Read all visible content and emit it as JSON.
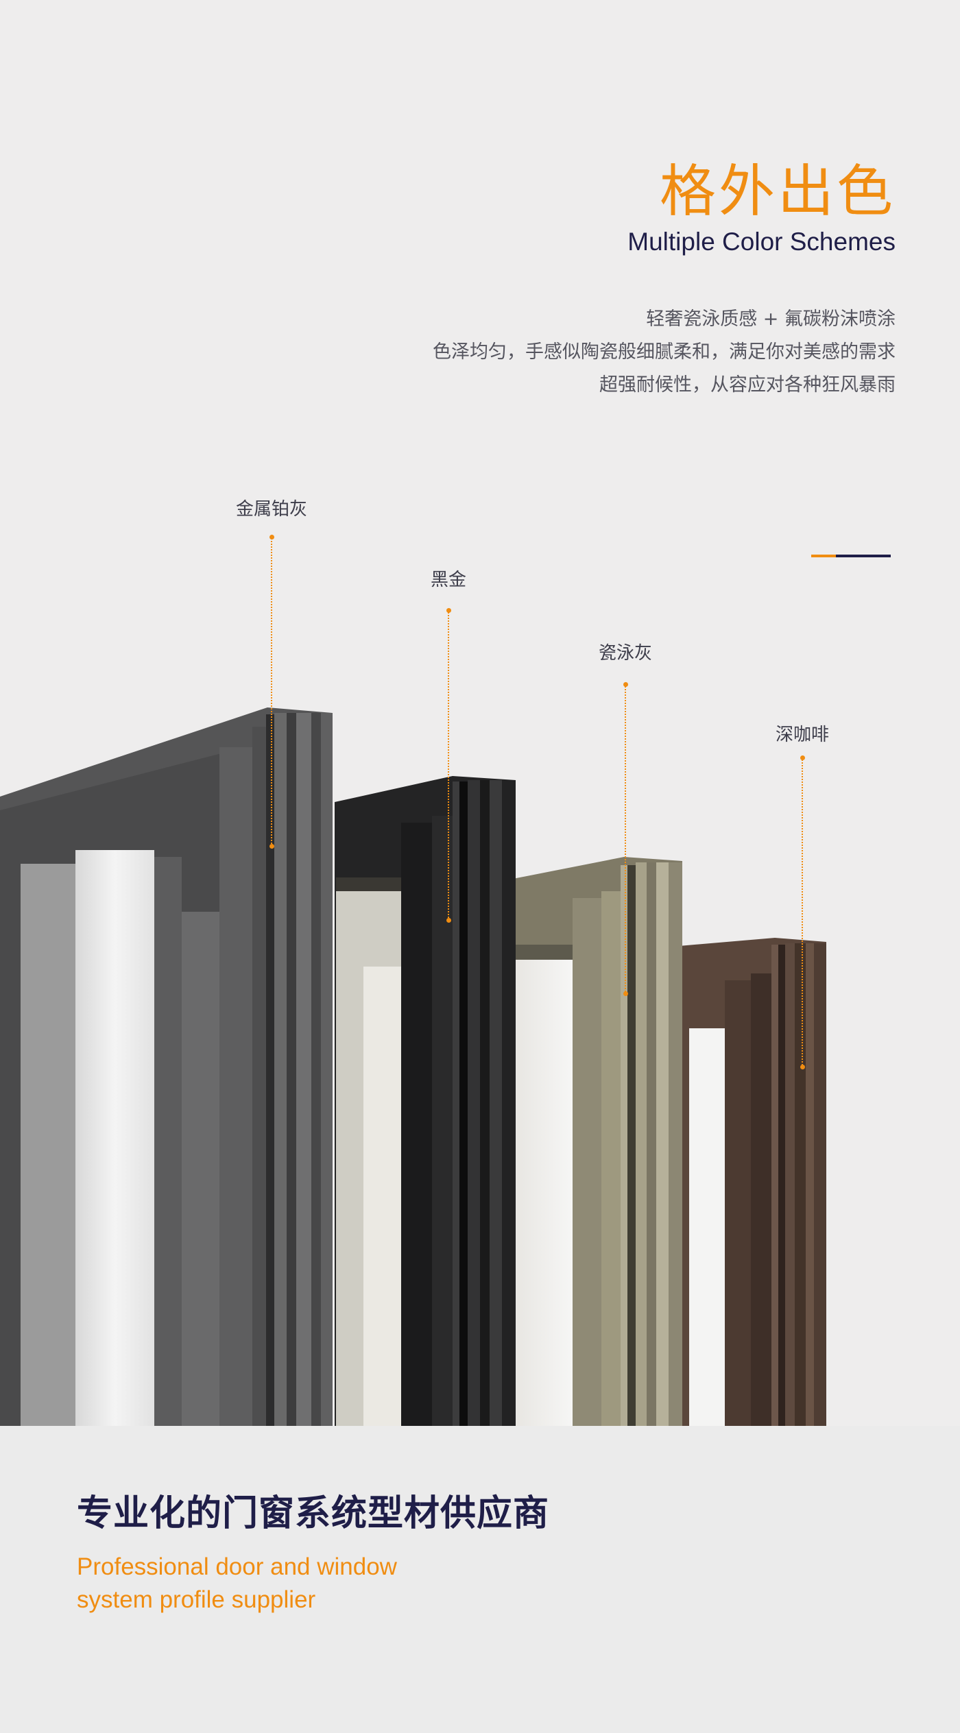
{
  "header": {
    "title_cn": "格外出色",
    "title_en": "Multiple Color Schemes",
    "description": [
      "轻奢瓷泳质感 + 氟碳粉沫喷涂",
      "色泽均匀，手感似陶瓷般细腻柔和，满足你对美感的需求",
      "超强耐候性，从容应对各种狂风暴雨"
    ]
  },
  "colors": {
    "accent": "#f08d12",
    "navy": "#1f1e48"
  },
  "color_options": [
    {
      "label": "金属铂灰",
      "finish": "#4e4e4f"
    },
    {
      "label": "黑金",
      "finish": "#1e1e1f"
    },
    {
      "label": "瓷泳灰",
      "finish": "#8b8671"
    },
    {
      "label": "深咖啡",
      "finish": "#4a3a31"
    }
  ],
  "footer": {
    "slogan_cn": "专业化的门窗系统型材供应商",
    "slogan_en": [
      "Professional door and window",
      "system profile supplier"
    ]
  }
}
